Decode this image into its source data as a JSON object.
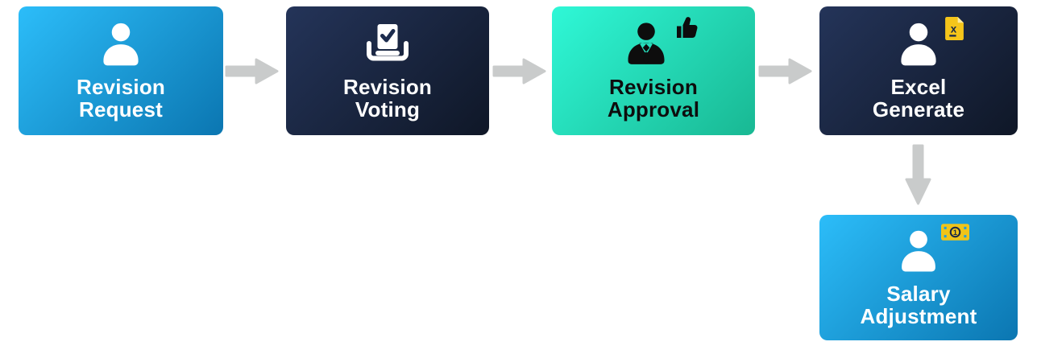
{
  "diagram": {
    "title": "revision-workflow-flowchart",
    "background": "#ffffff",
    "arrow_color": "#c9cbcb",
    "palette": {
      "blue_gradient_from": "#2cbdf9",
      "blue_gradient_to": "#0b76b1",
      "navy_gradient_from": "#243459",
      "navy_gradient_to": "#0f1727",
      "teal_gradient_from": "#2ff8d7",
      "teal_gradient_to": "#19b893",
      "accent_yellow": "#f5c51a",
      "icon_detail_navy": "#1a2947",
      "white": "#ffffff",
      "black_text": "#0d0d0d"
    },
    "steps": [
      {
        "id": "revision-request",
        "lines": [
          "Revision",
          "Request"
        ],
        "style": "blue",
        "icon": "user-icon"
      },
      {
        "id": "revision-voting",
        "lines": [
          "Revision",
          "Voting"
        ],
        "style": "navy",
        "icon": "ballot-box-icon"
      },
      {
        "id": "revision-approval",
        "lines": [
          "Revision",
          "Approval"
        ],
        "style": "teal",
        "icon": "user-tie-icon + thumbs-up-icon"
      },
      {
        "id": "excel-generate",
        "lines": [
          "Excel",
          "Generate"
        ],
        "style": "navy",
        "icon": "user-icon + excel-file-icon"
      },
      {
        "id": "salary-adjustment",
        "lines": [
          "Salary",
          "Adjustment"
        ],
        "style": "blue",
        "icon": "user-icon + banknote-icon"
      }
    ],
    "arrows": [
      {
        "from": "revision-request",
        "to": "revision-voting",
        "direction": "right"
      },
      {
        "from": "revision-voting",
        "to": "revision-approval",
        "direction": "right"
      },
      {
        "from": "revision-approval",
        "to": "excel-generate",
        "direction": "right"
      },
      {
        "from": "excel-generate",
        "to": "salary-adjustment",
        "direction": "down"
      }
    ]
  }
}
